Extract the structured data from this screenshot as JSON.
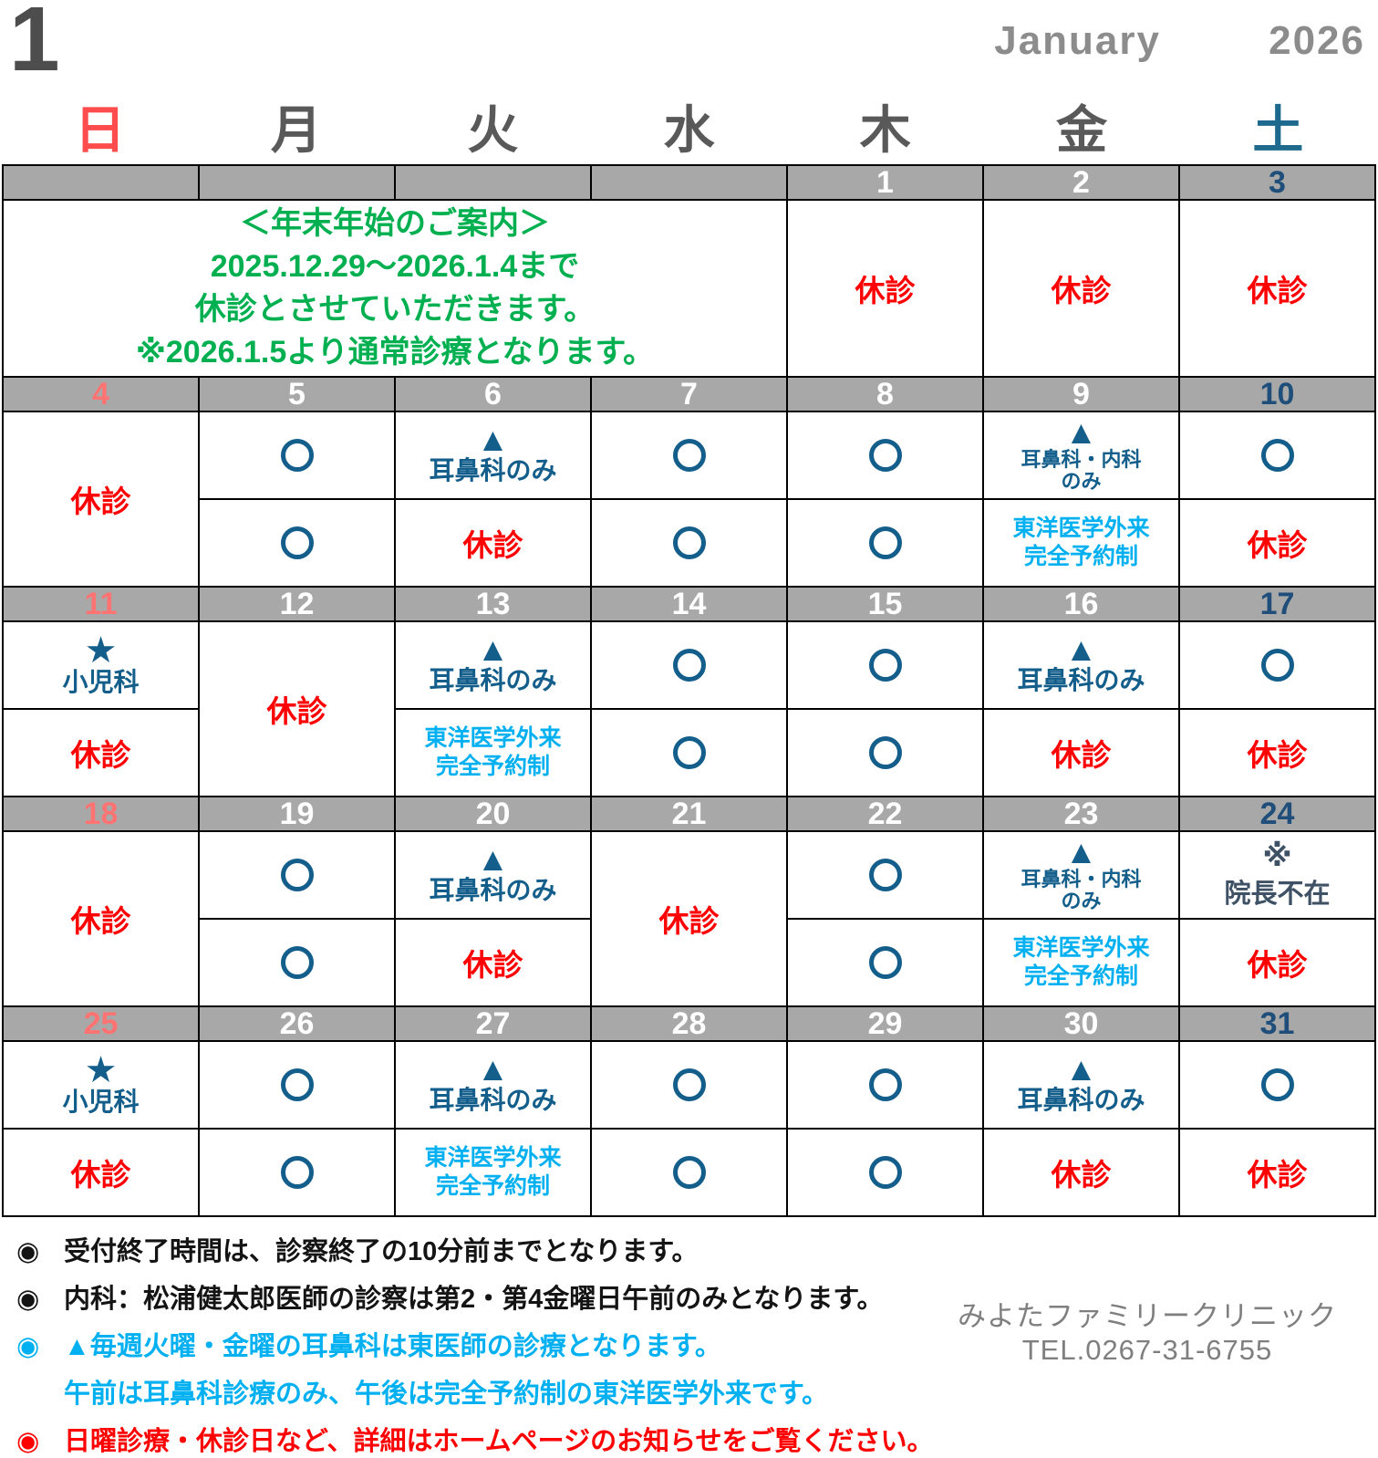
{
  "header": {
    "month_number": "1",
    "month_name": "January",
    "year": "2026"
  },
  "weekday_headers": [
    {
      "label": "日",
      "key": "sun",
      "type": "sun"
    },
    {
      "label": "月",
      "key": "mon",
      "type": "wd"
    },
    {
      "label": "火",
      "key": "tue",
      "type": "wd"
    },
    {
      "label": "水",
      "key": "wed",
      "type": "wd"
    },
    {
      "label": "木",
      "key": "thu",
      "type": "wd"
    },
    {
      "label": "金",
      "key": "fri",
      "type": "wd"
    },
    {
      "label": "土",
      "key": "sat",
      "type": "sat"
    }
  ],
  "announcement": {
    "lines": [
      "＜年末年始のご案内＞",
      "2025.12.29～2026.1.4まで",
      "休診とさせていただきます。",
      "※2026.1.5より通常診療となります。"
    ]
  },
  "legend": {
    "closed": "休診",
    "ent_only": "耳鼻科のみ",
    "ent_int_line1": "耳鼻科・内科",
    "ent_int_line2": "のみ",
    "oriental_line1": "東洋医学外来",
    "oriental_line2": "完全予約制",
    "pediatrics": "小児科",
    "director_absent": "院長不在",
    "triangle": "▲",
    "star": "★",
    "reference": "※"
  },
  "weeks": [
    {
      "days": [
        {
          "num": "",
          "dow": "sun",
          "special": "announcement"
        },
        {
          "num": "",
          "dow": "wd",
          "covered": true
        },
        {
          "num": "",
          "dow": "wd",
          "covered": true
        },
        {
          "num": "",
          "dow": "wd",
          "covered": true
        },
        {
          "num": "1",
          "dow": "wd",
          "full": "closed"
        },
        {
          "num": "2",
          "dow": "wd",
          "full": "closed"
        },
        {
          "num": "3",
          "dow": "sat",
          "full": "closed"
        }
      ]
    },
    {
      "days": [
        {
          "num": "4",
          "dow": "sun",
          "full": "closed"
        },
        {
          "num": "5",
          "dow": "wd",
          "am": "open",
          "pm": "open"
        },
        {
          "num": "6",
          "dow": "wd",
          "am": "tri_ent",
          "pm": "closed"
        },
        {
          "num": "7",
          "dow": "wd",
          "am": "open",
          "pm": "open"
        },
        {
          "num": "8",
          "dow": "wd",
          "am": "open",
          "pm": "open"
        },
        {
          "num": "9",
          "dow": "wd",
          "am": "tri_ent_int",
          "pm": "oriental"
        },
        {
          "num": "10",
          "dow": "sat",
          "am": "open",
          "pm": "closed"
        }
      ]
    },
    {
      "days": [
        {
          "num": "11",
          "dow": "sun",
          "am": "star_ped",
          "pm": "closed"
        },
        {
          "num": "12",
          "dow": "wd",
          "full": "closed"
        },
        {
          "num": "13",
          "dow": "wd",
          "am": "tri_ent",
          "pm": "oriental"
        },
        {
          "num": "14",
          "dow": "wd",
          "am": "open",
          "pm": "open"
        },
        {
          "num": "15",
          "dow": "wd",
          "am": "open",
          "pm": "open"
        },
        {
          "num": "16",
          "dow": "wd",
          "am": "tri_ent",
          "pm": "closed"
        },
        {
          "num": "17",
          "dow": "sat",
          "am": "open",
          "pm": "closed"
        }
      ]
    },
    {
      "days": [
        {
          "num": "18",
          "dow": "sun",
          "full": "closed"
        },
        {
          "num": "19",
          "dow": "wd",
          "am": "open",
          "pm": "open"
        },
        {
          "num": "20",
          "dow": "wd",
          "am": "tri_ent",
          "pm": "closed"
        },
        {
          "num": "21",
          "dow": "wd",
          "full": "closed"
        },
        {
          "num": "22",
          "dow": "wd",
          "am": "open",
          "pm": "open"
        },
        {
          "num": "23",
          "dow": "wd",
          "am": "tri_ent_int",
          "pm": "oriental"
        },
        {
          "num": "24",
          "dow": "sat",
          "am": "absent",
          "pm": "closed"
        }
      ]
    },
    {
      "days": [
        {
          "num": "25",
          "dow": "sun",
          "am": "star_ped",
          "pm": "closed"
        },
        {
          "num": "26",
          "dow": "wd",
          "am": "open",
          "pm": "open"
        },
        {
          "num": "27",
          "dow": "wd",
          "am": "tri_ent",
          "pm": "oriental"
        },
        {
          "num": "28",
          "dow": "wd",
          "am": "open",
          "pm": "open"
        },
        {
          "num": "29",
          "dow": "wd",
          "am": "open",
          "pm": "open"
        },
        {
          "num": "30",
          "dow": "wd",
          "am": "tri_ent",
          "pm": "closed"
        },
        {
          "num": "31",
          "dow": "sat",
          "am": "open",
          "pm": "closed"
        }
      ]
    }
  ],
  "notes": [
    {
      "color": "black",
      "bullet": "◉",
      "text": "受付終了時間は、診察終了の10分前までとなります。"
    },
    {
      "color": "black",
      "bullet": "◉",
      "text": "内科：松浦健太郎医師の診察は第2・第4金曜日午前のみとなります。"
    },
    {
      "color": "cyan",
      "bullet": "◉",
      "text": "▲毎週火曜・金曜の耳鼻科は東医師の診療となります。"
    },
    {
      "color": "cyan",
      "bullet": "",
      "text": "午前は耳鼻科診療のみ、午後は完全予約制の東洋医学外来です。"
    },
    {
      "color": "red",
      "bullet": "◉",
      "text": "日曜診療・休診日など、詳細はホームページのお知らせをご覧ください。"
    }
  ],
  "clinic": {
    "name": "みよたファミリークリニック",
    "tel": "TEL.0267-31-6755"
  },
  "colors": {
    "closed_red": "#fe0000",
    "sunday_red": "#ff7373",
    "saturday_navy": "#1e4e79",
    "navy_blue": "#135e8b",
    "cyan": "#00b0f0",
    "green": "#00b050",
    "gray_band": "#a8a8a8",
    "header_gray": "#8c8c8c"
  }
}
